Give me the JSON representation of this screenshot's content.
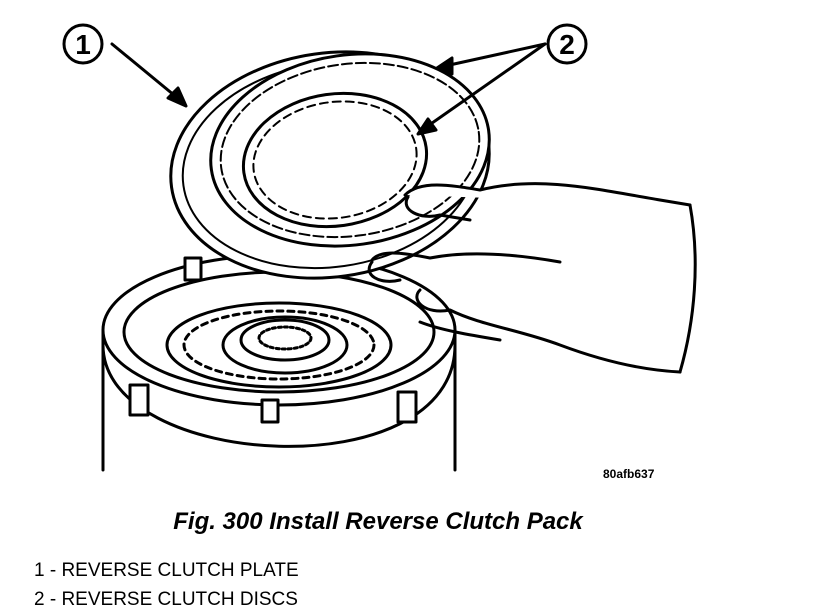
{
  "figure": {
    "code": "80afb637",
    "caption": "Fig. 300 Install Reverse Clutch Pack"
  },
  "callouts": [
    {
      "number": "1"
    },
    {
      "number": "2"
    }
  ],
  "legend": [
    {
      "text": "1 - REVERSE CLUTCH PLATE"
    },
    {
      "text": "2 - REVERSE CLUTCH DISCS"
    }
  ]
}
